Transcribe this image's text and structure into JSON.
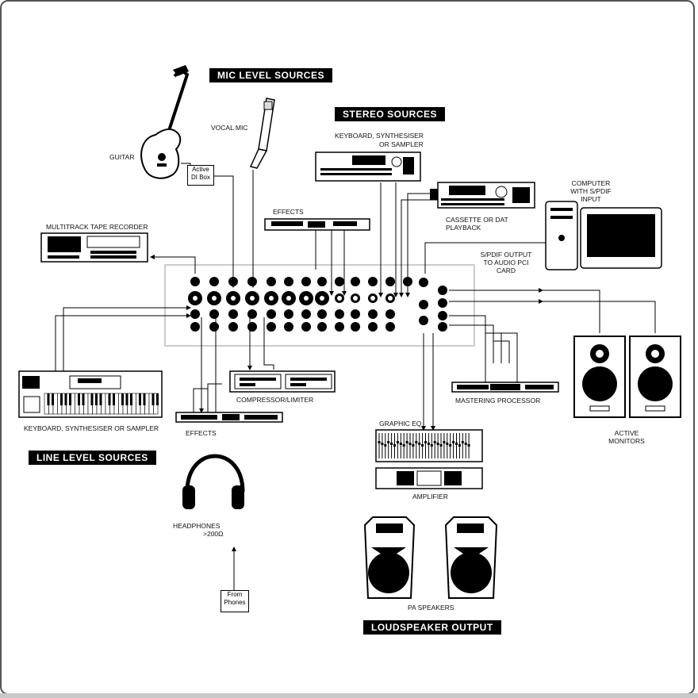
{
  "headers": {
    "mic_level_sources": "MIC LEVEL SOURCES",
    "stereo_sources": "STEREO SOURCES",
    "line_level_sources": "LINE LEVEL SOURCES",
    "loudspeaker_output": "LOUDSPEAKER OUTPUT"
  },
  "labels": {
    "vocal_mic": "VOCAL MIC",
    "guitar": "GUITAR",
    "active_di_box_line1": "Active",
    "active_di_box_line2": "DI Box",
    "keyboard_stereo_line1": "KEYBOARD, SYNTHESISER",
    "keyboard_stereo_line2": "OR SAMPLER",
    "cassette_line1": "CASSETTE OR DAT",
    "cassette_line2": "PLAYBACK",
    "computer_line1": "COMPUTER",
    "computer_line2": "WITH S/PDIF",
    "computer_line3": "INPUT",
    "spdif_line1": "S/PDIF OUTPUT",
    "spdif_line2": "TO AUDIO PCI",
    "spdif_line3": "CARD",
    "effects_top": "EFFECTS",
    "multitrack": "MULTITRACK TAPE RECORDER",
    "compressor": "COMPRESSOR/LIMITER",
    "mastering": "MASTERING PROCESSOR",
    "keyboard_line": "KEYBOARD, SYNTHESISER OR SAMPLER",
    "effects_bottom": "EFFECTS",
    "graphic_eq": "GRAPHIC EQ",
    "amplifier": "AMPLIFIER",
    "headphones_line1": "HEADPHONES",
    "headphones_line2": ">200Ω",
    "from_phones_line1": "From",
    "from_phones_line2": "Phones",
    "pa_speakers": "PA SPEAKERS",
    "active_monitors_line1": "ACTIVE",
    "active_monitors_line2": "MONITORS"
  }
}
